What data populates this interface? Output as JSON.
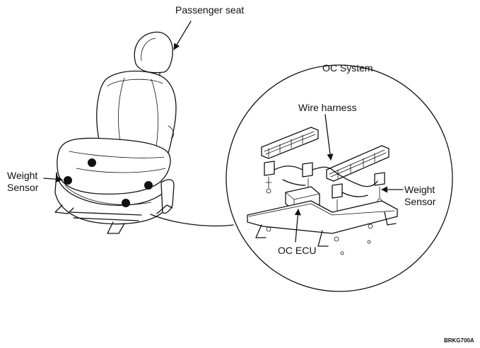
{
  "labels": {
    "passenger_seat": "Passenger seat",
    "oc_system": "OC System",
    "wire_harness": "Wire harness",
    "weight_sensor_left_1": "Weight",
    "weight_sensor_left_2": "Sensor",
    "weight_sensor_right_1": "Weight",
    "weight_sensor_right_2": "Sensor",
    "oc_ecu": "OC ECU",
    "figure_code": "BRKG700A"
  },
  "colors": {
    "ink": "#111111",
    "background": "#ffffff"
  }
}
